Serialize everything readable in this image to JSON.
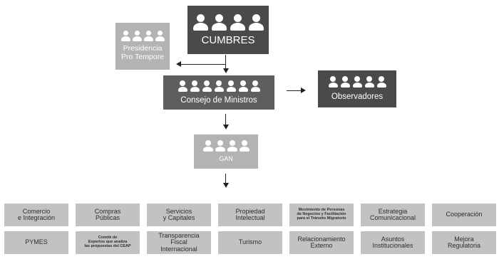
{
  "cumbres": {
    "label": "CUMBRES"
  },
  "presidencia": {
    "line1": "Presidencia",
    "line2": "Pro Tempore"
  },
  "consejo": {
    "label": "Consejo de Ministros"
  },
  "observadores": {
    "label": "Observadores"
  },
  "gan": {
    "label": "GAN"
  },
  "groups": [
    {
      "label": "Comercio\ne Integración",
      "tiny": false
    },
    {
      "label": "Compras\nPúblicas",
      "tiny": false
    },
    {
      "label": "Servicios\ny Capitales",
      "tiny": false
    },
    {
      "label": "Propiedad\nIntelectual",
      "tiny": false
    },
    {
      "label": "Movimiento de Personas\nde Negocios y Facilitación\npara el Tránsito Migratorio",
      "tiny": true
    },
    {
      "label": "Estrategia\nComunicacional",
      "tiny": false
    },
    {
      "label": "Cooperación",
      "tiny": false
    },
    {
      "label": "PYMES",
      "tiny": false
    },
    {
      "label": "Comité de\nExpertos que analiza\nlas propuestas del CEAP",
      "tiny": true
    },
    {
      "label": "Transparencia\nFiscal\nInternacional",
      "tiny": false
    },
    {
      "label": "Turismo",
      "tiny": false
    },
    {
      "label": "Relacionamiento\nExterno",
      "tiny": false
    },
    {
      "label": "Asuntos\nInstitucionales",
      "tiny": false
    },
    {
      "label": "Mejora\nRegulatoria",
      "tiny": false
    }
  ],
  "colors": {
    "dark": "#4a4a4a",
    "mid": "#5e5e5e",
    "light": "#b3b3b3",
    "group": "#c2c2c2"
  },
  "icons": {
    "people": "people-group-icon",
    "arrow": "arrow-icon"
  }
}
